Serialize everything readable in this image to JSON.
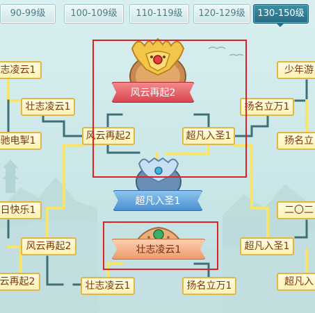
{
  "tabs": [
    {
      "label": "90-99级",
      "active": false
    },
    {
      "label": "100-109级",
      "active": false
    },
    {
      "label": "110-119级",
      "active": false
    },
    {
      "label": "120-129级",
      "active": false
    },
    {
      "label": "130-150级",
      "active": true
    }
  ],
  "champion": {
    "name": "风云再起2"
  },
  "runner_up": {
    "name": "超凡入圣1"
  },
  "third_place": {
    "name": "壮志凌云1"
  },
  "semifinal": {
    "left": "风云再起2",
    "right": "超凡入圣1"
  },
  "left_bracket": {
    "r1": [
      "志凌云1",
      "驰电掣1",
      "日快乐1",
      "云再起2"
    ],
    "r2": [
      "壮志凌云1",
      "风云再起2"
    ]
  },
  "right_bracket": {
    "r1": [
      "少年游",
      "扬名立",
      "二〇二",
      "超凡入"
    ],
    "r2": [
      "扬名立万1",
      "超凡入圣1"
    ]
  },
  "third_match": {
    "left": "壮志凌云1",
    "right": "扬名立万1"
  },
  "colors": {
    "accent_tab": "#256d86",
    "line_active": "#f7e46a",
    "line_inactive": "#3d6f78",
    "highlight": "#e02020"
  }
}
